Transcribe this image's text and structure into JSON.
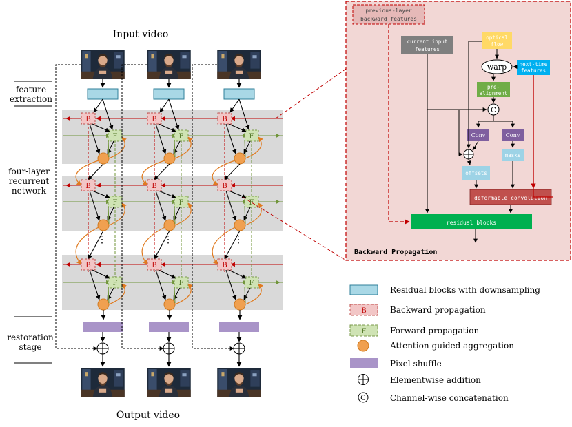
{
  "main": {
    "input_title": "Input video",
    "output_title": "Output video",
    "stage_labels": {
      "feature_line1": "feature",
      "feature_line2": "extraction",
      "recurrent_line1": "four-layer",
      "recurrent_line2": "recurrent",
      "recurrent_line3": "network",
      "restoration_line1": "restoration",
      "restoration_line2": "stage"
    },
    "block_letters": {
      "backward": "B",
      "forward": "F",
      "ellipsis": "⋮"
    }
  },
  "detail": {
    "title": "Backward Propagation",
    "prev_layer_line1": "previous-layer",
    "prev_layer_line2": "backward features",
    "current_input_line1": "current input",
    "current_input_line2": "features",
    "optical_line1": "optical",
    "optical_line2": "flow",
    "warp": "warp",
    "next_time_line1": "next-time",
    "next_time_line2": "features",
    "pre_line1": "pre-",
    "pre_line2": "alignment",
    "concat": "C",
    "conv_left": "Conv",
    "conv_right": "Conv",
    "offsets": "offsets",
    "masks": "masks",
    "deformable": "deformable convolution",
    "residual": "residual blocks"
  },
  "legend": {
    "residual_blocks": "Residual blocks with downsampling",
    "backward_prop": "Backward propagation",
    "backward_letter": "B",
    "forward_prop": "Forward propagation",
    "forward_letter": "F",
    "attention": "Attention-guided aggregation",
    "pixel_shuffle": "Pixel-shuffle",
    "elementwise": "Elementwise addition",
    "channel_concat": "Channel-wise concatenation",
    "concat_letter": "C"
  },
  "colors": {
    "residual_fill": "#a9d8e6",
    "residual_stroke": "#2f7f9a",
    "backward_fill": "#f2c6c6",
    "backward_stroke": "#c0504d",
    "forward_fill": "#cfe3b4",
    "forward_stroke": "#7a9a4a",
    "attention": "#f0a050",
    "attention_stroke": "#d07a20",
    "pixel_shuffle": "#a994c8",
    "band": "#d9d9d9",
    "red_arrow": "#c00000",
    "green_arrow": "#70953a",
    "orange_arrow": "#e07b20",
    "panel_bg": "#f2d7d5",
    "panel_border": "#c00000",
    "optical": "#ffd966",
    "next_time": "#00b0f0",
    "pre_align": "#70ad47",
    "conv": "#7f5f9f",
    "offsets": "#9dd3e6",
    "deformable": "#c0504d",
    "residual_green": "#00b050",
    "gray_box": "#7f7f7f"
  }
}
